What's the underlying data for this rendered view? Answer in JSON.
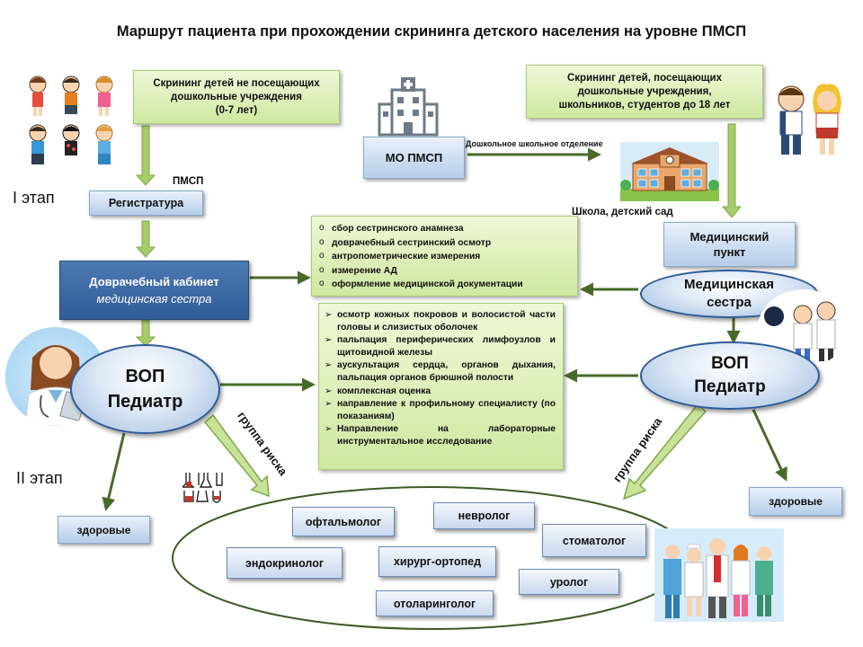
{
  "title": "Маршрут пациента при прохождении скрининга детского населения на уровне ПМСП",
  "stages": {
    "stage1": "I этап",
    "stage2": "II этап"
  },
  "left_screening": [
    "Скрининг детей не посещающих",
    "дошкольные учреждения",
    "(0-7 лет)"
  ],
  "right_screening": [
    "Скрининг детей, посещающих",
    "дошкольные учреждения,",
    "школьников, студентов до 18 лет"
  ],
  "pmsp_label": "ПМСП",
  "registry": "Регистратура",
  "mo_pmsp": "МО ПМСП",
  "preschool_dept": "Дошкольное школьное отделение",
  "school_label": "Школа, детский сад",
  "med_point": [
    "Медицинский",
    "пункт"
  ],
  "nurse_cabinet": {
    "line1": "Доврачебный кабинет",
    "line2": "медицинская сестра"
  },
  "med_nurse": [
    "Медицинская",
    "сестра"
  ],
  "vop_left": [
    "ВОП",
    "Педиатр"
  ],
  "vop_right": [
    "ВОП",
    "Педиатр"
  ],
  "nurse_tasks": [
    "сбор сестринского  анамнеза",
    "доврачебный  сестринский  осмотр",
    "антропометрические  измерения",
    "измерение АД",
    "оформление медицинской  документации"
  ],
  "doctor_tasks": [
    "осмотр  кожных  покровов  и волосистой части головы и слизистых оболочек",
    "пальпация  периферических лимфоузлов и щитовидной  железы",
    "аускультация сердца, органов дыхания, пальпация  органов  брюшной полости",
    "комплексная  оценка",
    "направление  к  профильному специалисту  (по показаниям)",
    "Направление  на  лабораторные инструментальное  исследование"
  ],
  "risk_group": "группа риска",
  "healthy": "здоровые",
  "specialists": {
    "ophthalmologist": "офтальмолог",
    "neurologist": "невролог",
    "dentist": "стоматолог",
    "endocrinologist": "эндокринолог",
    "orthopedic_surgeon": "хирург-ортопед",
    "urologist": "уролог",
    "otolaryngologist": "отоларинголог"
  },
  "colors": {
    "arrow_green": "#7fa94a",
    "arrow_dark": "#4a6a2a",
    "accent_blue": "#2f5c96"
  }
}
